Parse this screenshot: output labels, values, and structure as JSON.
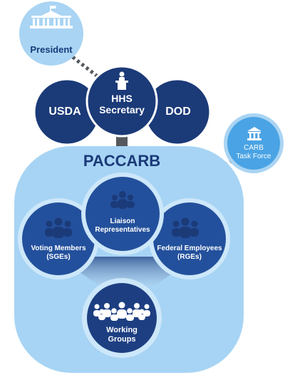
{
  "nodes": {
    "president": "President",
    "hhs_line1": "HHS",
    "hhs_line2": "Secretary",
    "usda": "USDA",
    "dod": "DOD",
    "paccarb": "PACCARB",
    "carb_line1": "CARB",
    "carb_line2": "Task Force",
    "liaison_line1": "Liaison",
    "liaison_line2": "Representatives",
    "voting_line1": "Voting Members",
    "voting_line2": "(SGEs)",
    "federal_line1": "Federal Employees",
    "federal_line2": "(RGEs)",
    "working_line1": "Working",
    "working_line2": "Groups"
  },
  "icons": {
    "president": "white-house-icon",
    "hhs": "podium-speaker-icon",
    "carb": "government-building-icon",
    "groups": "people-group-icon"
  },
  "colors": {
    "navy": "#1b3a78",
    "dark_blue": "#23509c",
    "light_blue": "#a7d4f4",
    "pale_blue": "#cde7fa",
    "bubble_blue": "#7cc0ef",
    "connector_gray": "#55595e"
  }
}
